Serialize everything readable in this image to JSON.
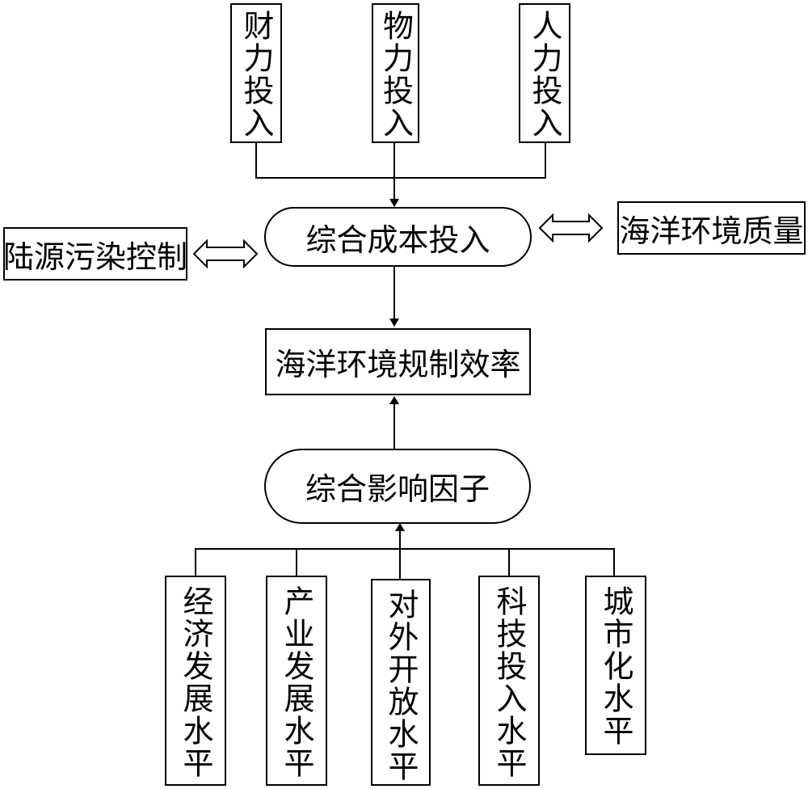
{
  "diagram": {
    "inputs": [
      {
        "label": "财力投入"
      },
      {
        "label": "物力投入"
      },
      {
        "label": "人力投入"
      }
    ],
    "cost_node": {
      "label": "综合成本投入"
    },
    "left_node": {
      "label": "陆源污染控制"
    },
    "right_node": {
      "label": "海洋环境质量"
    },
    "efficiency_node": {
      "label": "海洋环境规制效率"
    },
    "factor_node": {
      "label": "综合影响因子"
    },
    "factors": [
      {
        "label": "经济发展水平"
      },
      {
        "label": "产业发展水平"
      },
      {
        "label": "对外开放水平"
      },
      {
        "label": "科技投入水平"
      },
      {
        "label": "城市化水平"
      }
    ]
  }
}
